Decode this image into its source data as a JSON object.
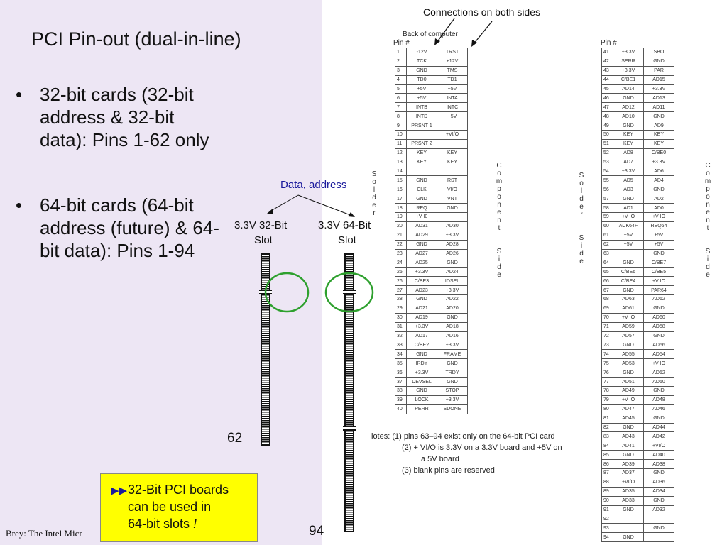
{
  "title": "PCI Pin-out (dual-in-line)",
  "bullets": [
    "32-bit cards (32-bit address & 32-bit data): Pins 1-62 only",
    "64-bit cards (64-bit address (future) & 64-bit data): Pins 1-94"
  ],
  "bullet_char": "•",
  "footer": "Brey: The Intel Micr",
  "callout": {
    "icon": "▶▶",
    "line1": "32-Bit PCI boards",
    "line2": "can be used in",
    "line3": "64-bit slots",
    "bang": "!"
  },
  "annotations": {
    "connections": "Connections on both sides",
    "data_address": "Data, address",
    "back_of_computer": "Back of computer",
    "pin_hdr": "Pin #"
  },
  "slots": {
    "s32_line1": "3.3V 32-Bit",
    "s32_line2": "Slot",
    "s64_line1": "3.3V 64-Bit",
    "s64_line2": "Slot",
    "num62": "62",
    "num94": "94"
  },
  "side_labels": {
    "solder": "Solder",
    "component_side": "Component Side",
    "solder_side": "Solder Side"
  },
  "table_left": [
    [
      "1",
      "-12V",
      "TRST"
    ],
    [
      "2",
      "TCK",
      "+12V"
    ],
    [
      "3",
      "GND",
      "TMS"
    ],
    [
      "4",
      "TD0",
      "TD1"
    ],
    [
      "5",
      "+5V",
      "+5V"
    ],
    [
      "6",
      "+5V",
      "INTA"
    ],
    [
      "7",
      "INTB",
      "INTC"
    ],
    [
      "8",
      "INTD",
      "+5V"
    ],
    [
      "9",
      "PRSNT 1",
      ""
    ],
    [
      "10",
      "",
      "+VI/O"
    ],
    [
      "11",
      "PRSNT 2",
      ""
    ],
    [
      "12",
      "KEY",
      "KEY"
    ],
    [
      "13",
      "KEY",
      "KEY"
    ],
    [
      "14",
      "",
      ""
    ],
    [
      "15",
      "GND",
      "RST"
    ],
    [
      "16",
      "CLK",
      "VI/O"
    ],
    [
      "17",
      "GND",
      "VNT"
    ],
    [
      "18",
      "REQ",
      "GND"
    ],
    [
      "19",
      "+V I0",
      ""
    ],
    [
      "20",
      "AD31",
      "AD30"
    ],
    [
      "21",
      "AD29",
      "+3.3V"
    ],
    [
      "22",
      "GND",
      "AD28"
    ],
    [
      "23",
      "AD27",
      "AD26"
    ],
    [
      "24",
      "AD25",
      "GND"
    ],
    [
      "25",
      "+3.3V",
      "AD24"
    ],
    [
      "26",
      "C/BE3",
      "IDSEL"
    ],
    [
      "27",
      "AD23",
      "+3.3V"
    ],
    [
      "28",
      "GND",
      "AD22"
    ],
    [
      "29",
      "AD21",
      "AD20"
    ],
    [
      "30",
      "AD19",
      "GND"
    ],
    [
      "31",
      "+3.3V",
      "AD18"
    ],
    [
      "32",
      "AD17",
      "AD16"
    ],
    [
      "33",
      "C/BE2",
      "+3.3V"
    ],
    [
      "34",
      "GND",
      "FRAME"
    ],
    [
      "35",
      "IRDY",
      "GND"
    ],
    [
      "36",
      "+3.3V",
      "TRDY"
    ],
    [
      "37",
      "DEVSEL",
      "GND"
    ],
    [
      "38",
      "GND",
      "STOP"
    ],
    [
      "39",
      "LOCK",
      "+3.3V"
    ],
    [
      "40",
      "PERR",
      "SDONE"
    ]
  ],
  "table_right": [
    [
      "41",
      "+3.3V",
      "SBO"
    ],
    [
      "42",
      "SERR",
      "GND"
    ],
    [
      "43",
      "+3.3V",
      "PAR"
    ],
    [
      "44",
      "C/BE1",
      "AD15"
    ],
    [
      "45",
      "AD14",
      "+3.3V"
    ],
    [
      "46",
      "GND",
      "AD13"
    ],
    [
      "47",
      "AD12",
      "AD11"
    ],
    [
      "48",
      "AD10",
      "GND"
    ],
    [
      "49",
      "GND",
      "AD9"
    ],
    [
      "50",
      "KEY",
      "KEY"
    ],
    [
      "51",
      "KEY",
      "KEY"
    ],
    [
      "52",
      "AD8",
      "C/BE0"
    ],
    [
      "53",
      "AD7",
      "+3.3V"
    ],
    [
      "54",
      "+3.3V",
      "AD6"
    ],
    [
      "55",
      "AD5",
      "AD4"
    ],
    [
      "56",
      "AD3",
      "GND"
    ],
    [
      "57",
      "GND",
      "AD2"
    ],
    [
      "58",
      "AD1",
      "AD0"
    ],
    [
      "59",
      "+V IO",
      "+V IO"
    ],
    [
      "60",
      "ACK64F",
      "REQ64"
    ],
    [
      "61",
      "+5V",
      "+5V"
    ],
    [
      "62",
      "+5V",
      "+5V"
    ],
    [
      "63",
      "",
      "GND"
    ],
    [
      "64",
      "GND",
      "C/BE7"
    ],
    [
      "65",
      "C/BE6",
      "C/BE5"
    ],
    [
      "66",
      "C/BE4",
      "+V IO"
    ],
    [
      "67",
      "GND",
      "PAR64"
    ],
    [
      "68",
      "AD63",
      "AD62"
    ],
    [
      "69",
      "AD61",
      "GND"
    ],
    [
      "70",
      "+V IO",
      "AD60"
    ],
    [
      "71",
      "AD59",
      "AD58"
    ],
    [
      "72",
      "AD57",
      "GND"
    ],
    [
      "73",
      "GND",
      "AD56"
    ],
    [
      "74",
      "AD55",
      "AD54"
    ],
    [
      "75",
      "AD53",
      "+V IO"
    ],
    [
      "76",
      "GND",
      "AD52"
    ],
    [
      "77",
      "AD51",
      "AD50"
    ],
    [
      "78",
      "AD49",
      "GND"
    ],
    [
      "79",
      "+V IO",
      "AD48"
    ],
    [
      "80",
      "AD47",
      "AD46"
    ],
    [
      "81",
      "AD45",
      "GND"
    ],
    [
      "82",
      "GND",
      "AD44"
    ],
    [
      "83",
      "AD43",
      "AD42"
    ],
    [
      "84",
      "AD41",
      "+VI/O"
    ],
    [
      "85",
      "GND",
      "AD40"
    ],
    [
      "86",
      "AD39",
      "AD38"
    ],
    [
      "87",
      "AD37",
      "GND"
    ],
    [
      "88",
      "+VI/O",
      "AD36"
    ],
    [
      "89",
      "AD35",
      "AD34"
    ],
    [
      "90",
      "AD33",
      "GND"
    ],
    [
      "91",
      "GND",
      "AD32"
    ],
    [
      "92",
      "",
      ""
    ],
    [
      "93",
      "",
      "GND"
    ],
    [
      "94",
      "GND",
      ""
    ]
  ],
  "notes": [
    "lotes: (1) pins 63–94 exist only on the 64-bit PCI card",
    "(2) + VI/O is 3.3V on a 3.3V board and +5V on",
    "a 5V board",
    "(3) blank pins are reserved"
  ],
  "colors": {
    "lavender": "#ede6f4",
    "callout_bg": "#ffff00",
    "circle": "#2ea02e",
    "data_label": "#1a1a9c"
  }
}
